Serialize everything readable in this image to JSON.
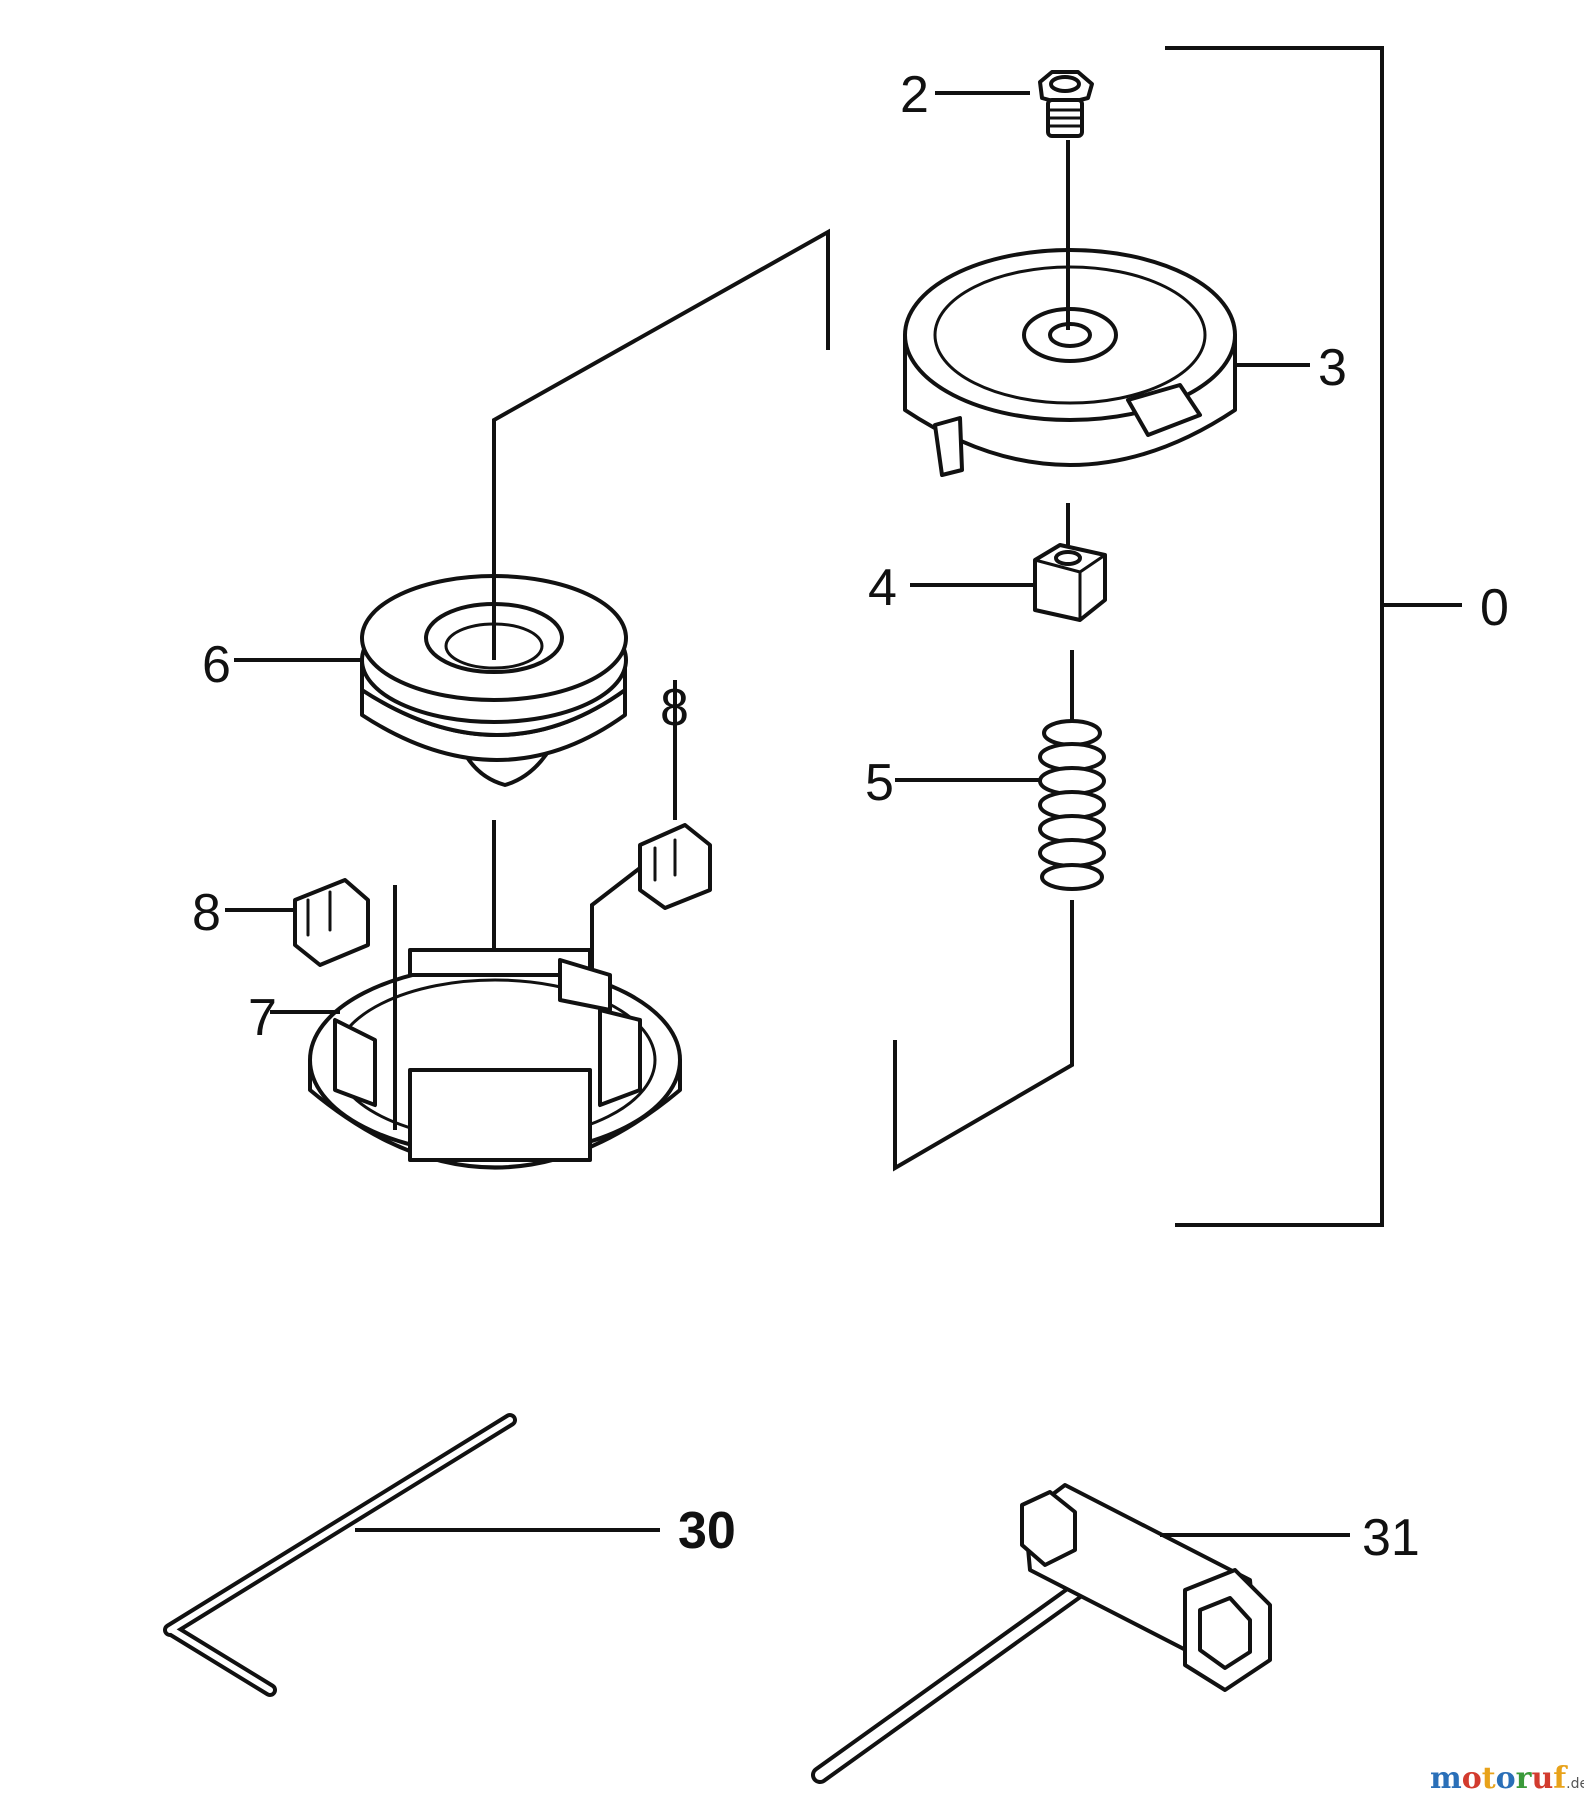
{
  "callouts": {
    "c0": "0",
    "c2": "2",
    "c3": "3",
    "c4": "4",
    "c5": "5",
    "c6": "6",
    "c7": "7",
    "c8a": "8",
    "c8b": "8",
    "c30": "30",
    "c31": "31"
  },
  "watermark": {
    "letters": [
      "m",
      "o",
      "t",
      "o",
      "r",
      "u",
      "f"
    ],
    "tld": ".de",
    "colors": [
      "#2a6fb8",
      "#d23b2e",
      "#e8a21a",
      "#2a6fb8",
      "#3a9a3a",
      "#d23b2e",
      "#e8a21a"
    ]
  }
}
